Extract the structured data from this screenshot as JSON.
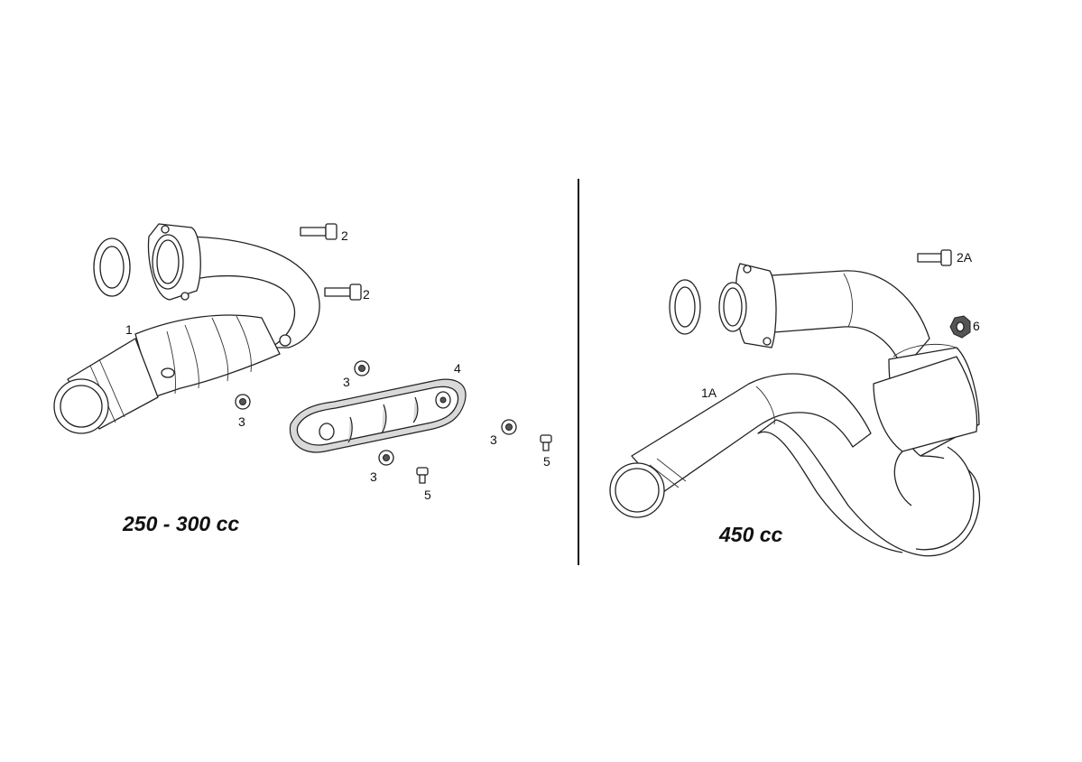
{
  "left_assembly": {
    "caption": "250 - 300 cc",
    "callouts": {
      "pipe": "1",
      "bolt_top": "2",
      "bolt_mid": "2",
      "washer_left": "3",
      "washer_top": "3",
      "washer_bottom": "3",
      "washer_right": "3",
      "heat_shield": "4",
      "screw_bottom": "5",
      "screw_right": "5"
    }
  },
  "right_assembly": {
    "caption": "450 cc",
    "callouts": {
      "pipe": "1A",
      "bolt": "2A",
      "nut": "6"
    }
  }
}
